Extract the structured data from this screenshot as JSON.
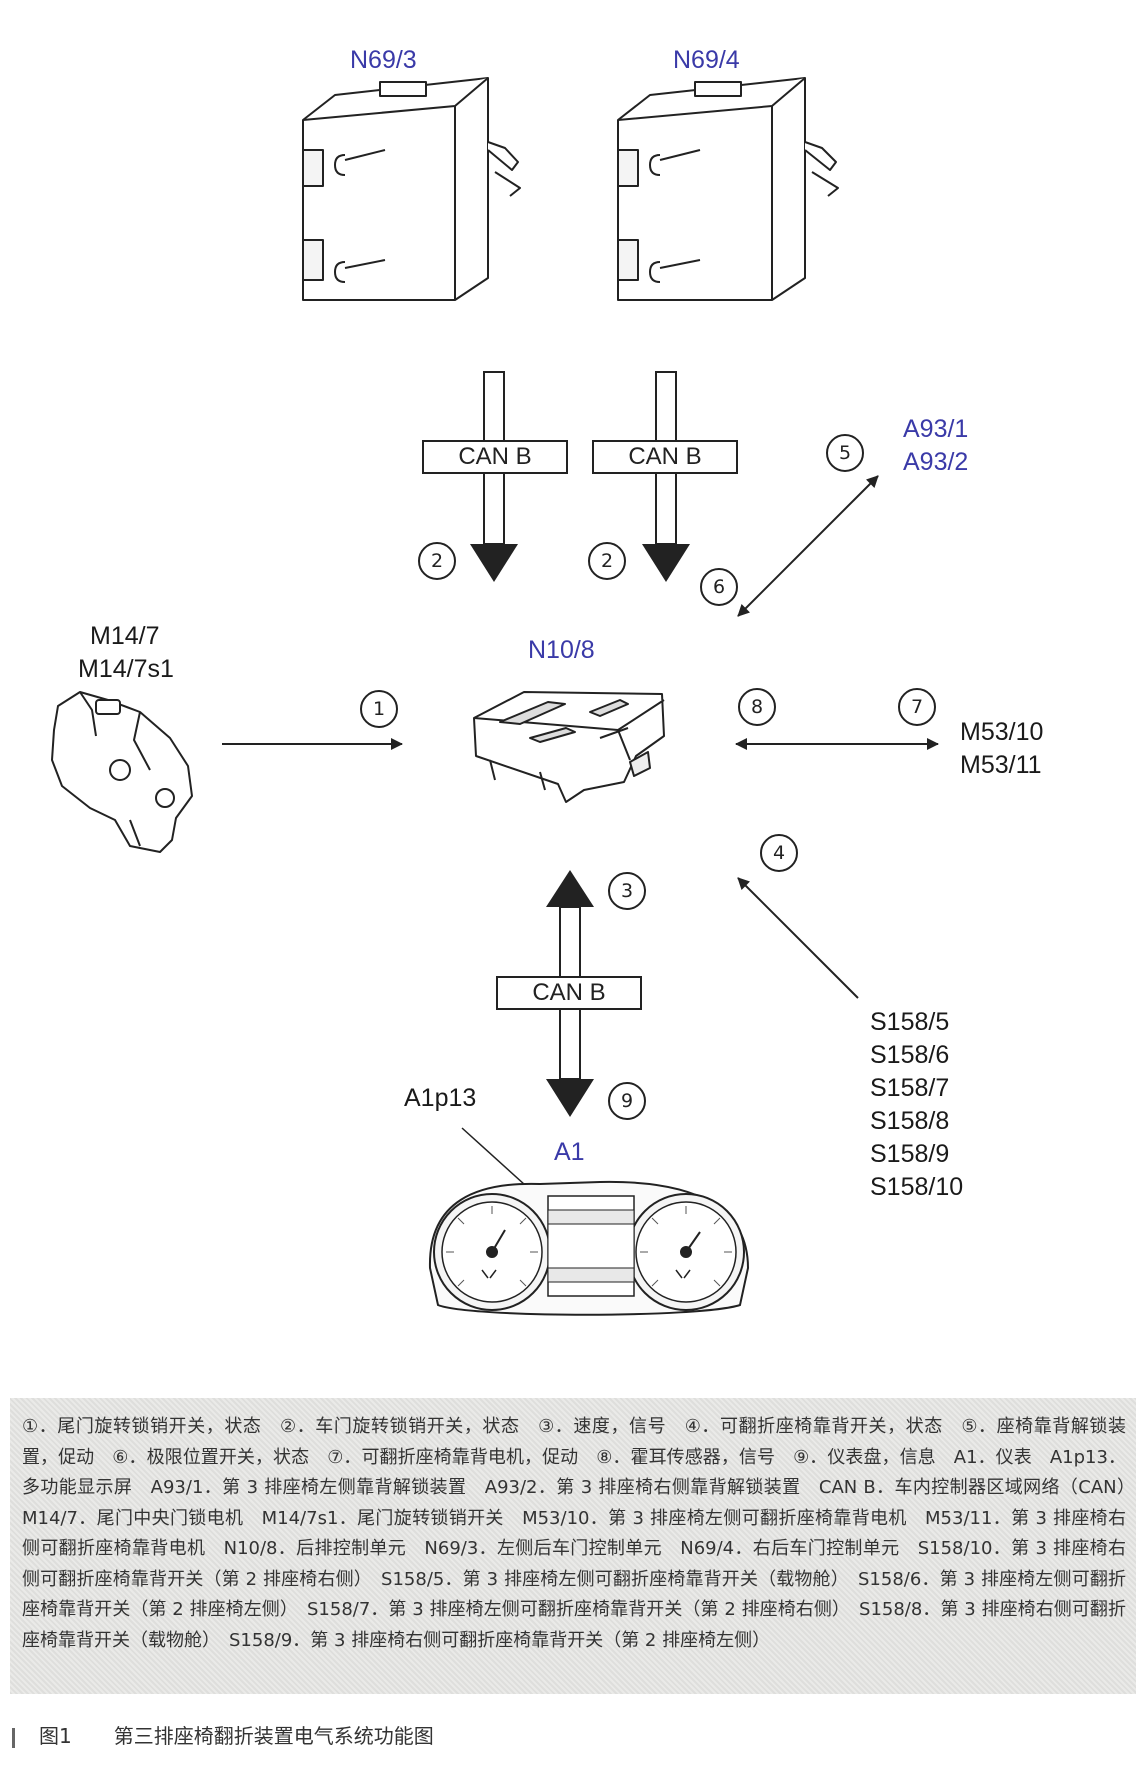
{
  "components": {
    "n69_3": "N69/3",
    "n69_4": "N69/4",
    "n10_8": "N10/8",
    "m14": [
      "M14/7",
      "M14/7s1"
    ],
    "a93": [
      "A93/1",
      "A93/2"
    ],
    "m53": [
      "M53/10",
      "M53/11"
    ],
    "s158": [
      "S158/5",
      "S158/6",
      "S158/7",
      "S158/8",
      "S158/9",
      "S158/10"
    ],
    "a1p13": "A1p13",
    "a1": "A1"
  },
  "can_label": "CAN B",
  "markers": [
    "1",
    "2",
    "2",
    "3",
    "4",
    "5",
    "6",
    "7",
    "8",
    "9"
  ],
  "legend_text": "①．尾门旋转锁销开关，状态　②．车门旋转锁销开关，状态　③．速度，信号　④．可翻折座椅靠背开关，状态　⑤．座椅靠背解锁装置，促动　⑥．极限位置开关，状态　⑦．可翻折座椅靠背电机，促动　⑧．霍耳传感器，信号　⑨．仪表盘，信息　A1．仪表　A1p13．多功能显示屏　A93/1．第 3 排座椅左侧靠背解锁装置　A93/2．第 3 排座椅右侧靠背解锁装置　CAN B．车内控制器区域网络（CAN）　M14/7．尾门中央门锁电机　M14/7s1．尾门旋转锁销开关　M53/10．第 3 排座椅左侧可翻折座椅靠背电机　M53/11．第 3 排座椅右侧可翻折座椅靠背电机　N10/8．后排控制单元　N69/3．左侧后车门控制单元　N69/4．右后车门控制单元　S158/10．第 3 排座椅右侧可翻折座椅靠背开关（第 2 排座椅右侧）　S158/5．第 3 排座椅左侧可翻折座椅靠背开关（载物舱）　S158/6．第 3 排座椅左侧可翻折座椅靠背开关（第 2 排座椅左侧）　S158/7．第 3 排座椅左侧可翻折座椅靠背开关（第 2 排座椅右侧）　S158/8．第 3 排座椅右侧可翻折座椅靠背开关（载物舱）　S158/9．第 3 排座椅右侧可翻折座椅靠背开关（第 2 排座椅左侧）",
  "caption": {
    "figure": "图1",
    "title": "第三排座椅翻折装置电气系统功能图"
  },
  "colors": {
    "label_blue": "#3a3aa8",
    "line": "#222222",
    "legend_bg": "#e4e4e2"
  }
}
